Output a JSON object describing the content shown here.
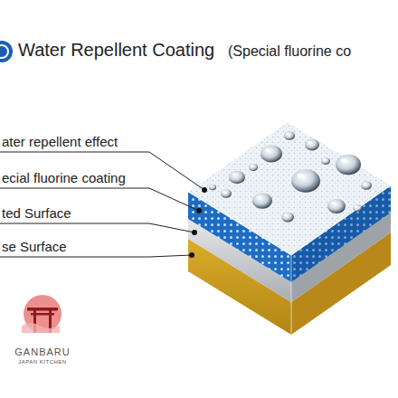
{
  "diagram": {
    "title": "Water Repellent Coating",
    "labels": [
      "(Special fluorine co",
      "ater repellent effect",
      "ecial fluorine coating",
      "ted Surface",
      "se Surface",
      "GANBARU",
      "JAPAN KITCHEN"
    ]
  }
}
